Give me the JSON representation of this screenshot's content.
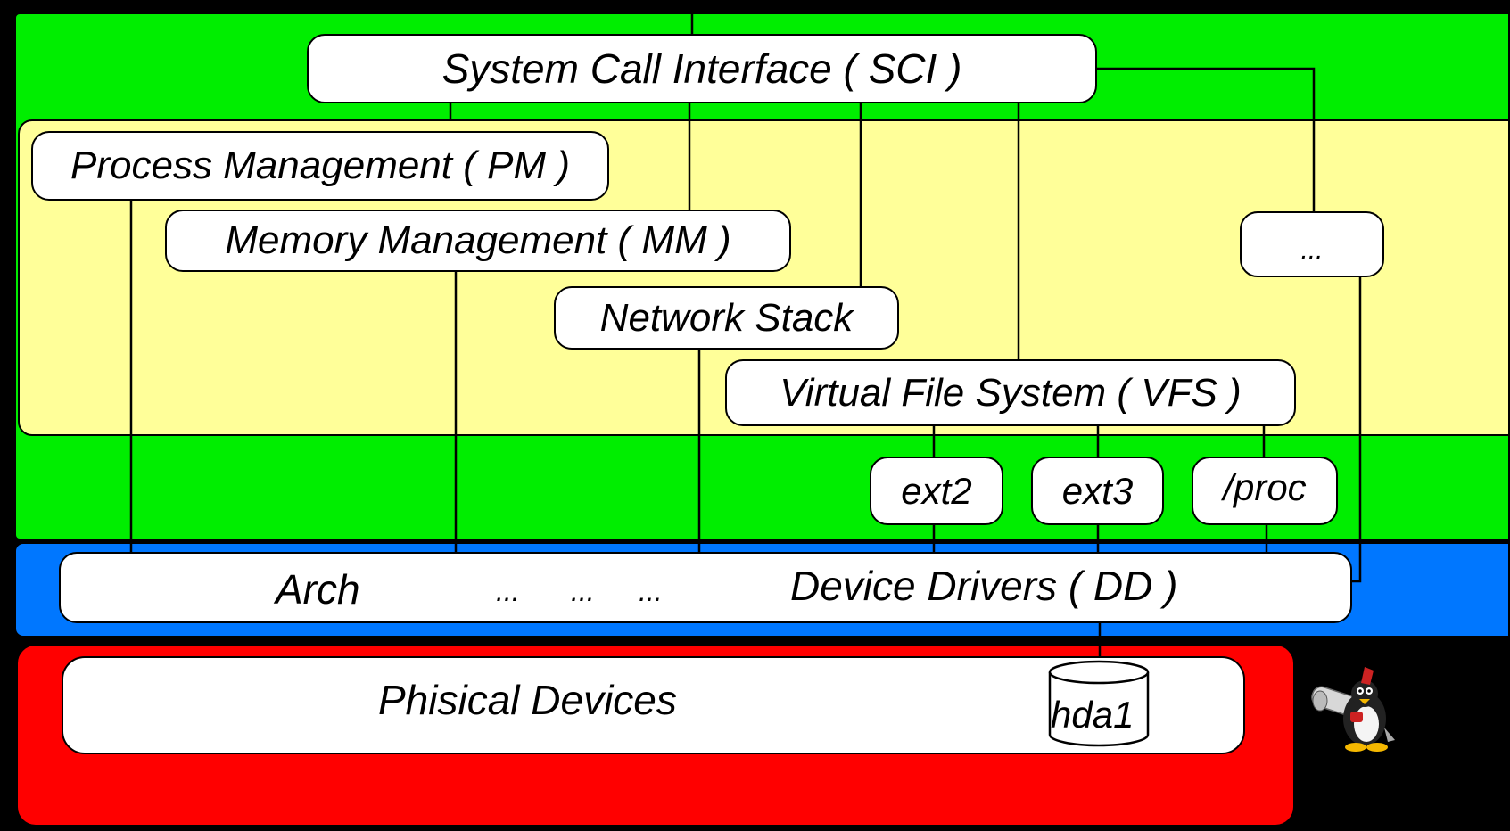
{
  "colors": {
    "kernel_layer": "#00ee00",
    "subsystems_layer": "#ffff99",
    "driver_layer": "#0077ff",
    "hardware_layer": "#ff0000",
    "box_fill": "#ffffff"
  },
  "sci": {
    "label": "System Call Interface  ( SCI )"
  },
  "subsystems": {
    "pm": "Process Management ( PM )",
    "mm": "Memory Management ( MM )",
    "net": "Network Stack",
    "vfs": "Virtual File System ( VFS )",
    "other": "..."
  },
  "filesystems": {
    "ext2": "ext2",
    "ext3": "ext3",
    "proc": "/proc"
  },
  "drivers": {
    "arch": "Arch",
    "ellipsis_1": "...",
    "ellipsis_2": "...",
    "ellipsis_3": "...",
    "dd": "Device Drivers ( DD )"
  },
  "hardware": {
    "label": "Phisical Devices",
    "disk": "hda1"
  },
  "icons": {
    "mascot": "tux-penguin-cannon-icon"
  }
}
